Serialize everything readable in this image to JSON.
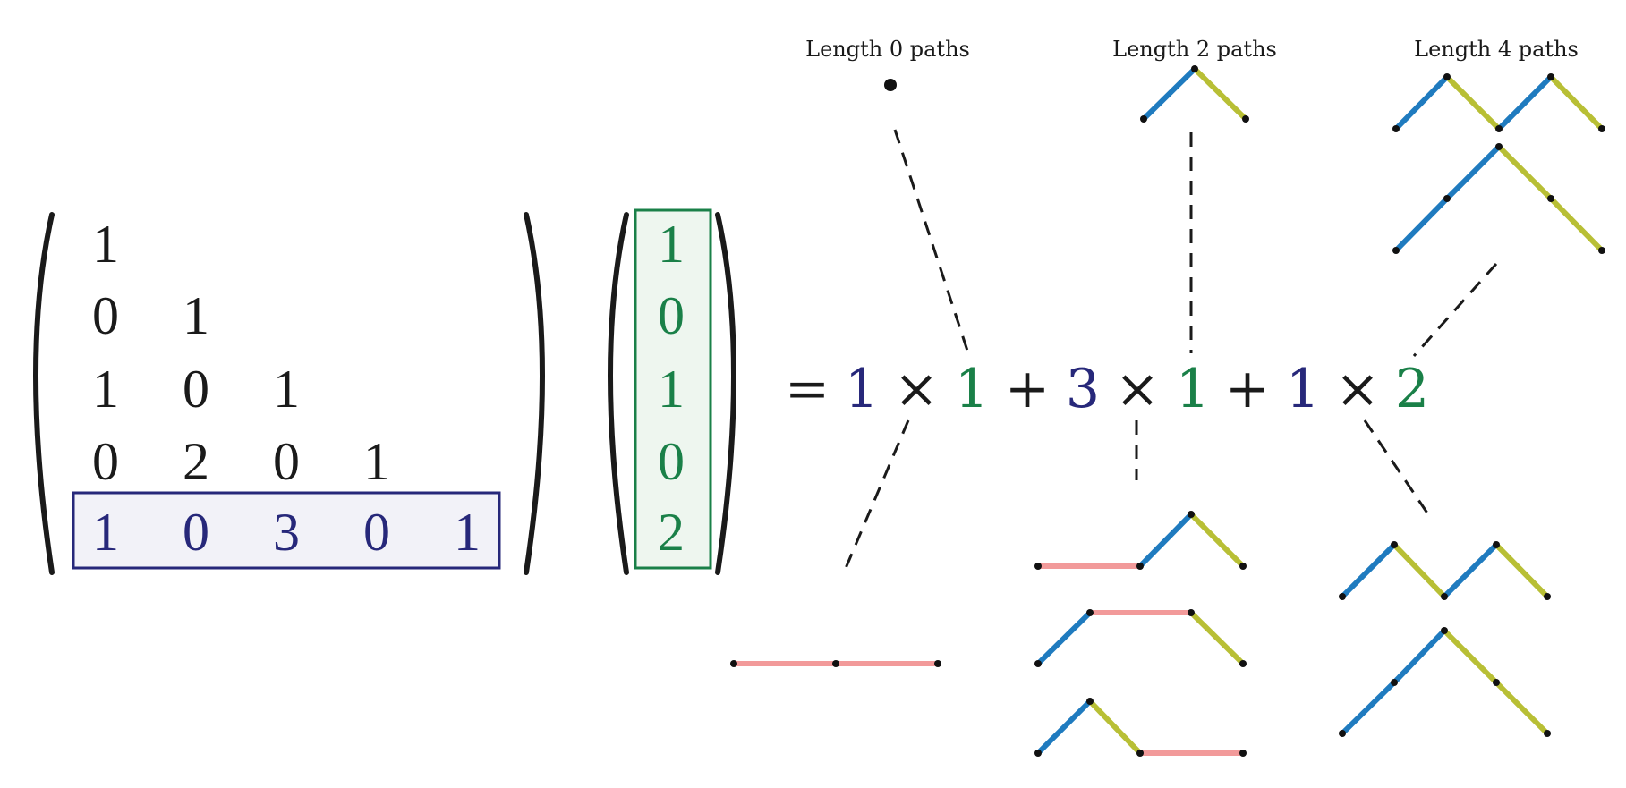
{
  "matrix": {
    "rows": [
      [
        "1"
      ],
      [
        "0",
        "1"
      ],
      [
        "1",
        "0",
        "1"
      ],
      [
        "0",
        "2",
        "0",
        "1"
      ],
      [
        "1",
        "0",
        "3",
        "0",
        "1"
      ]
    ],
    "highlighted_row_index": 4
  },
  "vector": {
    "entries": [
      "1",
      "0",
      "1",
      "0",
      "2"
    ]
  },
  "equation": {
    "equals": "=",
    "terms": [
      {
        "a": "1",
        "times": "×",
        "b": "1"
      },
      {
        "plus": "+",
        "a": "3",
        "times": "×",
        "b": "1"
      },
      {
        "plus": "+",
        "a": "1",
        "times": "×",
        "b": "2"
      }
    ]
  },
  "labels": {
    "len0": "Length 0 paths",
    "len2": "Length 2 paths",
    "len4": "Length 4 paths"
  },
  "colors": {
    "text": "#1a1a1a",
    "navy": "#27287a",
    "green": "#1a8048",
    "matrix_box_fill": "#f2f2f8",
    "vector_box_fill": "#eef6ef",
    "up_step": "#1f7bbf",
    "down_step": "#b8bf35",
    "flat_step": "#f29a9a",
    "node": "#111111"
  }
}
